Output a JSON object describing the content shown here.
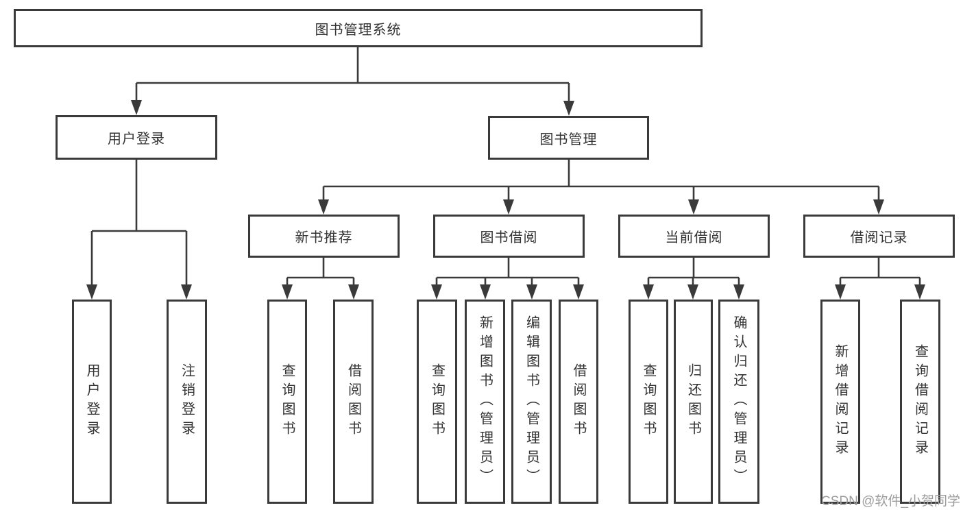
{
  "diagram": {
    "root": {
      "label": "图书管理系统"
    },
    "branches": [
      {
        "label": "用户登录",
        "children": [
          {
            "label": "用户登录"
          },
          {
            "label": "注销登录"
          }
        ]
      },
      {
        "label": "图书管理",
        "children": [
          {
            "label": "新书推荐",
            "children": [
              {
                "label": "查询图书"
              },
              {
                "label": "借阅图书"
              }
            ]
          },
          {
            "label": "图书借阅",
            "children": [
              {
                "label": "查询图书"
              },
              {
                "label": "新增图书（管理员）"
              },
              {
                "label": "编辑图书（管理员）"
              },
              {
                "label": "借阅图书"
              }
            ]
          },
          {
            "label": "当前借阅",
            "children": [
              {
                "label": "查询图书"
              },
              {
                "label": "归还图书"
              },
              {
                "label": "确认归还（管理员）"
              }
            ]
          },
          {
            "label": "借阅记录",
            "children": [
              {
                "label": "新增借阅记录"
              },
              {
                "label": "查询借阅记录"
              }
            ]
          }
        ]
      }
    ]
  },
  "watermark": {
    "text": "CSDN @软件_小贺同学"
  },
  "colors": {
    "line": "#3a3a3a",
    "text": "#333333",
    "background": "#ffffff",
    "watermark": "#9c9c9c"
  }
}
